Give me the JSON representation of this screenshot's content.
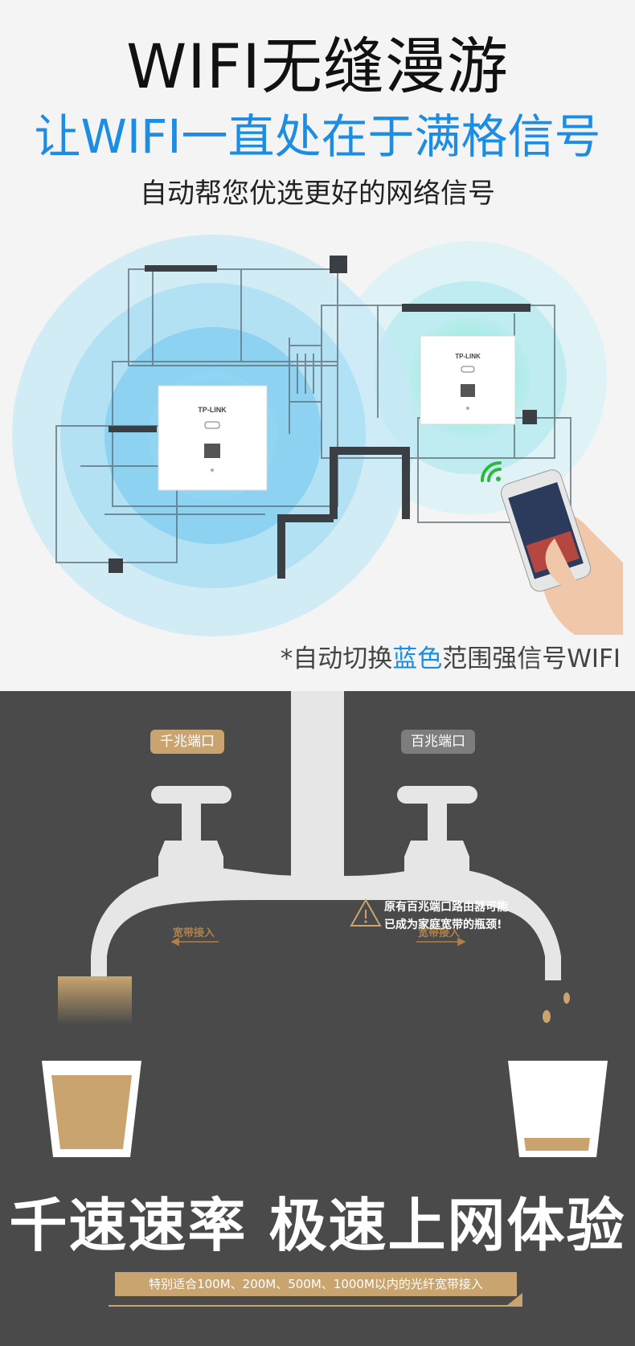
{
  "header": {
    "title": "WIFI无缝漫游",
    "subtitle": "让WIFI一直处在于满格信号",
    "tagline": "自动帮您优选更好的网络信号"
  },
  "diagram": {
    "device_brand": "TP-LINK",
    "caption_prefix": "*自动切换",
    "caption_highlight": "蓝色",
    "caption_suffix": "范围强信号WIFI",
    "colors": {
      "signal_blue": "#5ec8f0",
      "signal_green": "#5fe0c3"
    }
  },
  "comparison": {
    "gigabit_label": "千兆端口",
    "fast_label": "百兆端口",
    "broadband_in_left": "宽带接入",
    "broadband_in_right": "宽带接入",
    "warning_line1": "原有百兆端口路由器可能",
    "warning_line2": "已成为家庭宽带的瓶颈!",
    "headline": "千速速率 极速上网体验",
    "note": "特别适合100M、200M、500M、1000M以内的光纤宽带接入",
    "colors": {
      "accent_gold": "#c9a46e",
      "background": "#4a4a4a"
    }
  }
}
